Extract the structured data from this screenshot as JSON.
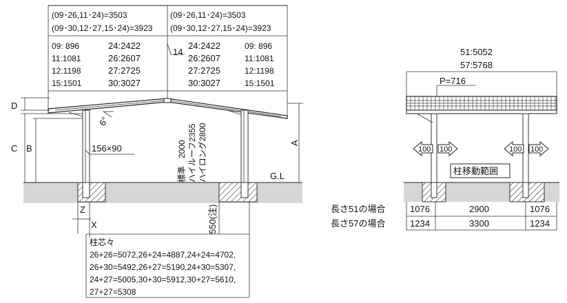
{
  "left_view": {
    "top_span_left": {
      "line1": "(09･26,11･24)=3503",
      "line2": "(09･30,12･27,15･24)=3923"
    },
    "top_span_right": {
      "line1": "(09･26,11･24)=3503",
      "line2": "(09･30,12･27,15･24)=3923"
    },
    "table_left_a": [
      "09:  896",
      "11:1081",
      "12:1198",
      "15:1501"
    ],
    "table_left_b": [
      "24:2422",
      "26:2607",
      "27:2725",
      "30:3027"
    ],
    "table_mid": [
      "24:2422",
      "26:2607",
      "27:2725",
      "30:3027"
    ],
    "table_right": [
      "09:  896",
      "11:1081",
      "12:1198",
      "15:1501"
    ],
    "overlap_label": "14",
    "label_d": "D",
    "label_c": "C",
    "label_b": "B",
    "label_a": "A",
    "angle_label": "6°",
    "post_size": "156×90",
    "height_standard_label": "標準",
    "height_standard_value": "2000",
    "height_high_roof": "ハイルーフ2355",
    "height_high_long": "ハイロング2800",
    "gl_label": "G.L",
    "depth_label": "550(注)",
    "label_z": "Z",
    "label_x": "X",
    "pitch_title": "柱芯々",
    "pitch_lines": [
      "26+26=5072,26+24=4887,24+24=4702,",
      "26+30=5492,26+27=5190,24+30=5307,",
      "24+27=5005,30+30=5912,30+27=5610,",
      "27+27=5308"
    ]
  },
  "right_view": {
    "width_51": "51:5052",
    "width_57": "57:5768",
    "pitch_p": "P=716",
    "move_label_left_a": "100",
    "move_label_left_b": "100",
    "move_label_right_a": "100",
    "move_label_right_b": "100",
    "move_range_label": "柱移動範囲",
    "rows": [
      {
        "label": "長さ51の場合",
        "values": [
          "1076",
          "2900",
          "1076"
        ]
      },
      {
        "label": "長さ57の場合",
        "values": [
          "1234",
          "3300",
          "1234"
        ]
      }
    ]
  }
}
